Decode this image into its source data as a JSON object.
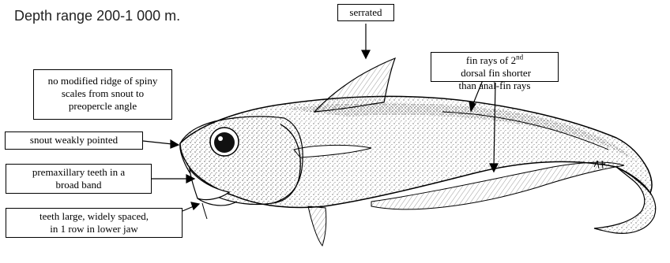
{
  "caption": {
    "depth_range": "Depth range 200-1 000 m."
  },
  "labels": {
    "serrated": "serrated",
    "ridge": [
      "no modified ridge of spiny",
      "scales from snout to",
      "preopercle angle"
    ],
    "fin_rays_pre": "fin rays of 2",
    "fin_rays_sup": "nd",
    "fin_rays_post": " dorsal fin shorter",
    "fin_rays_line2": "than anal-fin rays",
    "snout": "snout weakly pointed",
    "premax": [
      "premaxillary teeth in a",
      "broad band"
    ],
    "teeth": [
      "teeth large, widely spaced,",
      "in 1 row in lower jaw"
    ]
  }
}
